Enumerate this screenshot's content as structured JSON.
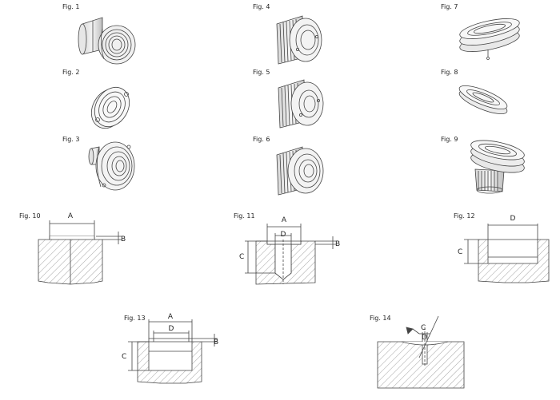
{
  "figures": {
    "f1": "Fig. 1",
    "f2": "Fig. 2",
    "f3": "Fig. 3",
    "f4": "Fig. 4",
    "f5": "Fig. 5",
    "f6": "Fig. 6",
    "f7": "Fig. 7",
    "f8": "Fig. 8",
    "f9": "Fig. 9",
    "f10": "Fig. 10",
    "f11": "Fig. 11",
    "f12": "Fig. 12",
    "f13": "Fig. 13",
    "f14": "Fig. 14"
  },
  "dims": {
    "a": "A",
    "b": "B",
    "c": "C",
    "d": "D"
  }
}
